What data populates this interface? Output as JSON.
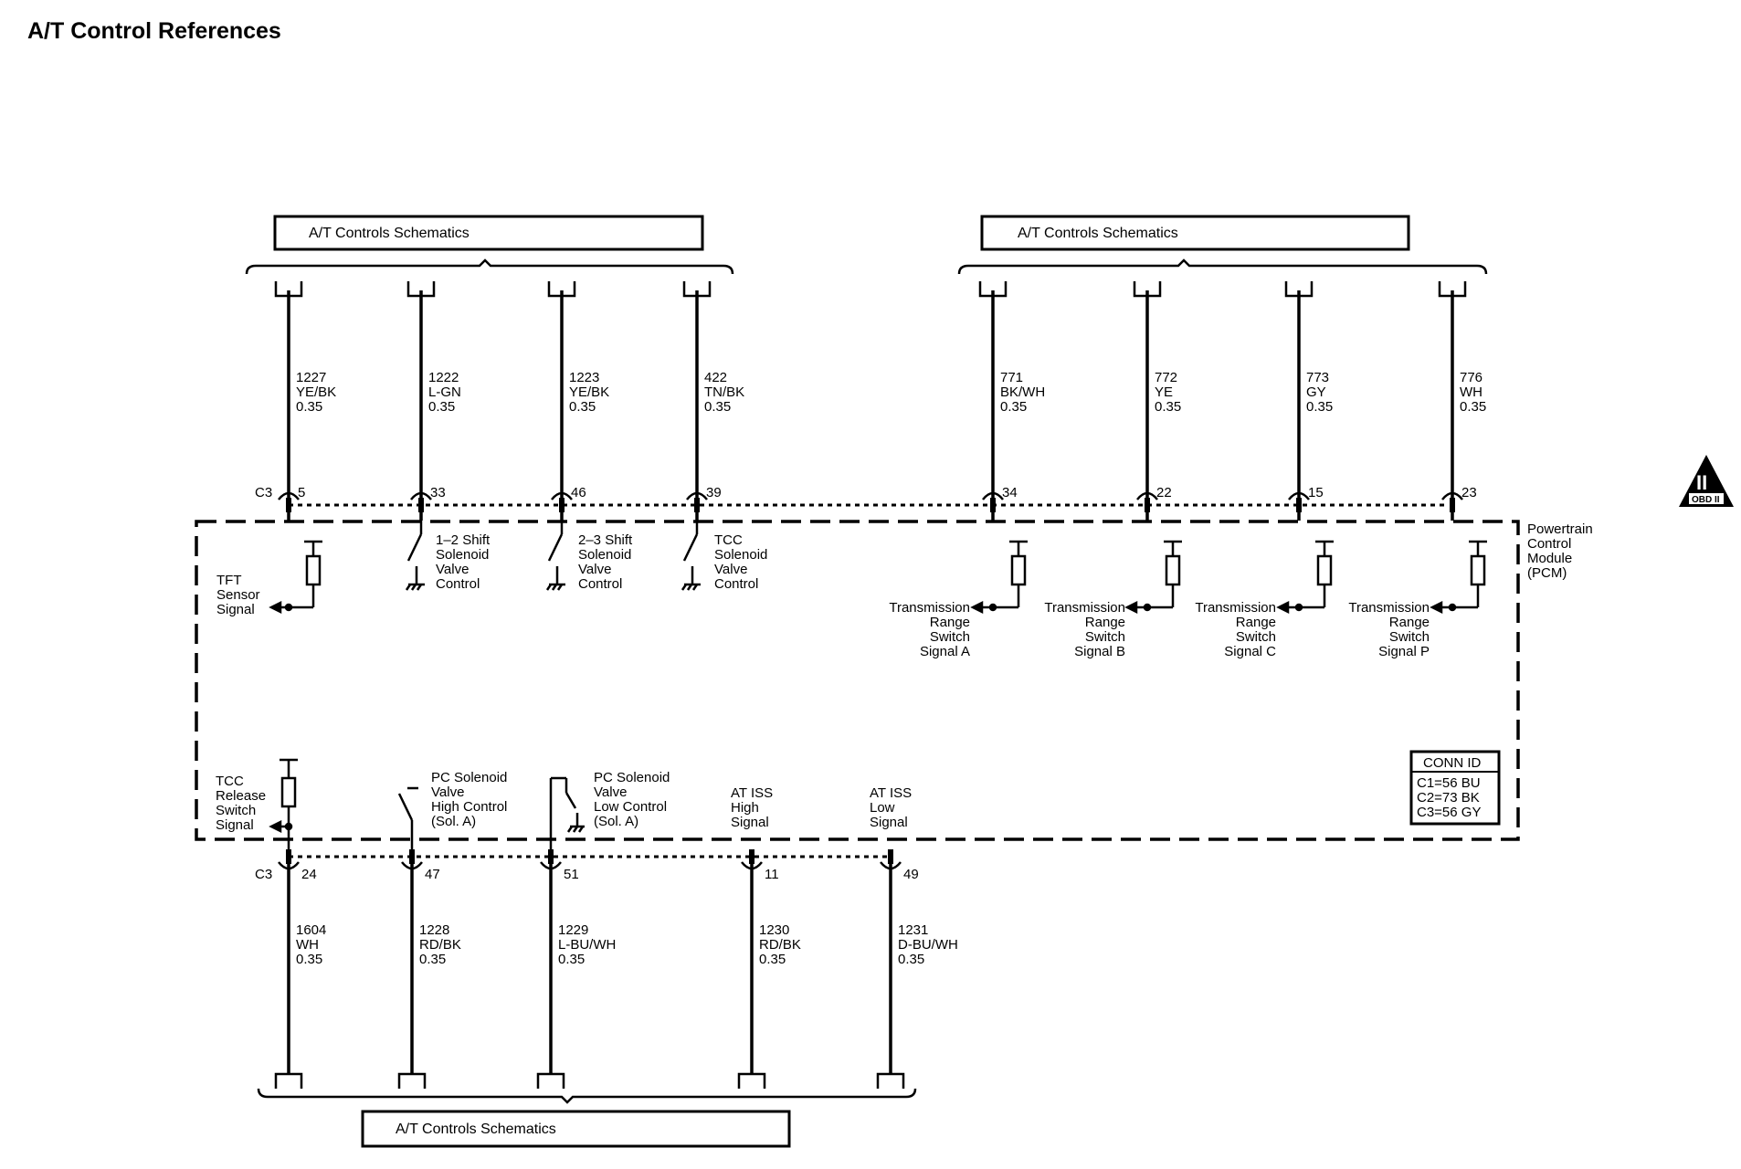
{
  "title": "A/T Control References",
  "schematic_box_label": "A/T Controls Schematics",
  "connector_label": "C3",
  "top_left_wires": [
    {
      "pin": "5",
      "circuit": "1227",
      "color": "YE/BK",
      "gauge": "0.35"
    },
    {
      "pin": "33",
      "circuit": "1222",
      "color": "L-GN",
      "gauge": "0.35"
    },
    {
      "pin": "46",
      "circuit": "1223",
      "color": "YE/BK",
      "gauge": "0.35"
    },
    {
      "pin": "39",
      "circuit": "422",
      "color": "TN/BK",
      "gauge": "0.35"
    }
  ],
  "top_right_wires": [
    {
      "pin": "34",
      "circuit": "771",
      "color": "BK/WH",
      "gauge": "0.35"
    },
    {
      "pin": "22",
      "circuit": "772",
      "color": "YE",
      "gauge": "0.35"
    },
    {
      "pin": "15",
      "circuit": "773",
      "color": "GY",
      "gauge": "0.35"
    },
    {
      "pin": "23",
      "circuit": "776",
      "color": "WH",
      "gauge": "0.35"
    }
  ],
  "bottom_wires": [
    {
      "pin": "24",
      "circuit": "1604",
      "color": "WH",
      "gauge": "0.35"
    },
    {
      "pin": "47",
      "circuit": "1228",
      "color": "RD/BK",
      "gauge": "0.35"
    },
    {
      "pin": "51",
      "circuit": "1229",
      "color": "L-BU/WH",
      "gauge": "0.35"
    },
    {
      "pin": "11",
      "circuit": "1230",
      "color": "RD/BK",
      "gauge": "0.35"
    },
    {
      "pin": "49",
      "circuit": "1231",
      "color": "D-BU/WH",
      "gauge": "0.35"
    }
  ],
  "module_label": [
    "Powertrain",
    "Control",
    "Module",
    "(PCM)"
  ],
  "internal_labels": {
    "tft": [
      "TFT",
      "Sensor",
      "Signal"
    ],
    "shift12": [
      "1–2 Shift",
      "Solenoid",
      "Valve",
      "Control"
    ],
    "shift23": [
      "2–3 Shift",
      "Solenoid",
      "Valve",
      "Control"
    ],
    "tcc_sol": [
      "TCC",
      "Solenoid",
      "Valve",
      "Control"
    ],
    "range_a": [
      "Transmission",
      "Range",
      "Switch",
      "Signal A"
    ],
    "range_b": [
      "Transmission",
      "Range",
      "Switch",
      "Signal B"
    ],
    "range_c": [
      "Transmission",
      "Range",
      "Switch",
      "Signal C"
    ],
    "range_p": [
      "Transmission",
      "Range",
      "Switch",
      "Signal P"
    ],
    "tcc_release": [
      "TCC",
      "Release",
      "Switch",
      "Signal"
    ],
    "pc_high": [
      "PC Solenoid",
      "Valve",
      "High Control",
      "(Sol. A)"
    ],
    "pc_low": [
      "PC Solenoid",
      "Valve",
      "Low Control",
      "(Sol. A)"
    ],
    "iss_high": [
      "AT ISS",
      "High",
      "Signal"
    ],
    "iss_low": [
      "AT ISS",
      "Low",
      "Signal"
    ]
  },
  "conn_id": {
    "title": "CONN ID",
    "rows": [
      "C1=56 BU",
      "C2=73 BK",
      "C3=56 GY"
    ]
  },
  "obd_badge": {
    "symbol": "II",
    "text": "OBD II"
  }
}
